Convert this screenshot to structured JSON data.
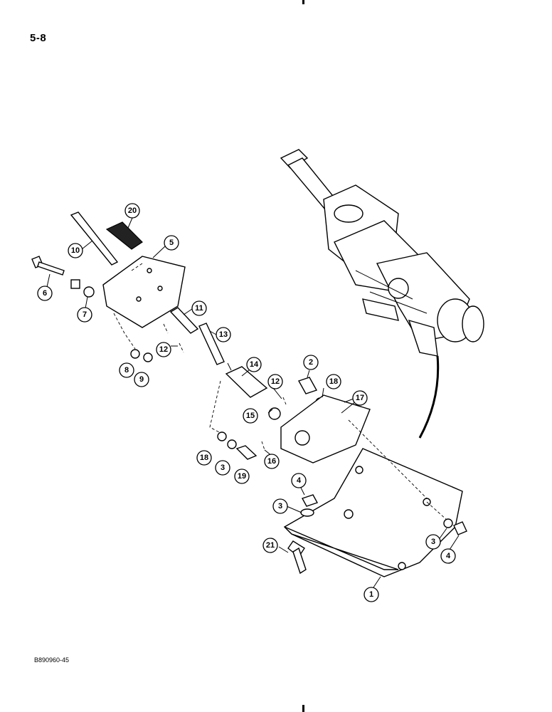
{
  "page_number": "5-8",
  "document_id": "B890960-45",
  "callouts": [
    {
      "id": "c20",
      "label": "20"
    },
    {
      "id": "c10",
      "label": "10"
    },
    {
      "id": "c5",
      "label": "5"
    },
    {
      "id": "c6",
      "label": "6"
    },
    {
      "id": "c7",
      "label": "7"
    },
    {
      "id": "c11",
      "label": "11"
    },
    {
      "id": "c13",
      "label": "13"
    },
    {
      "id": "c12a",
      "label": "12"
    },
    {
      "id": "c8",
      "label": "8"
    },
    {
      "id": "c9",
      "label": "9"
    },
    {
      "id": "c14",
      "label": "14"
    },
    {
      "id": "c2",
      "label": "2"
    },
    {
      "id": "c18a",
      "label": "18"
    },
    {
      "id": "c12b",
      "label": "12"
    },
    {
      "id": "c17",
      "label": "17"
    },
    {
      "id": "c15",
      "label": "15"
    },
    {
      "id": "c18b",
      "label": "18"
    },
    {
      "id": "c3a",
      "label": "3"
    },
    {
      "id": "c19",
      "label": "19"
    },
    {
      "id": "c16",
      "label": "16"
    },
    {
      "id": "c4a",
      "label": "4"
    },
    {
      "id": "c3b",
      "label": "3"
    },
    {
      "id": "c21",
      "label": "21"
    },
    {
      "id": "c3c",
      "label": "3"
    },
    {
      "id": "c4b",
      "label": "4"
    },
    {
      "id": "c1",
      "label": "1"
    }
  ]
}
